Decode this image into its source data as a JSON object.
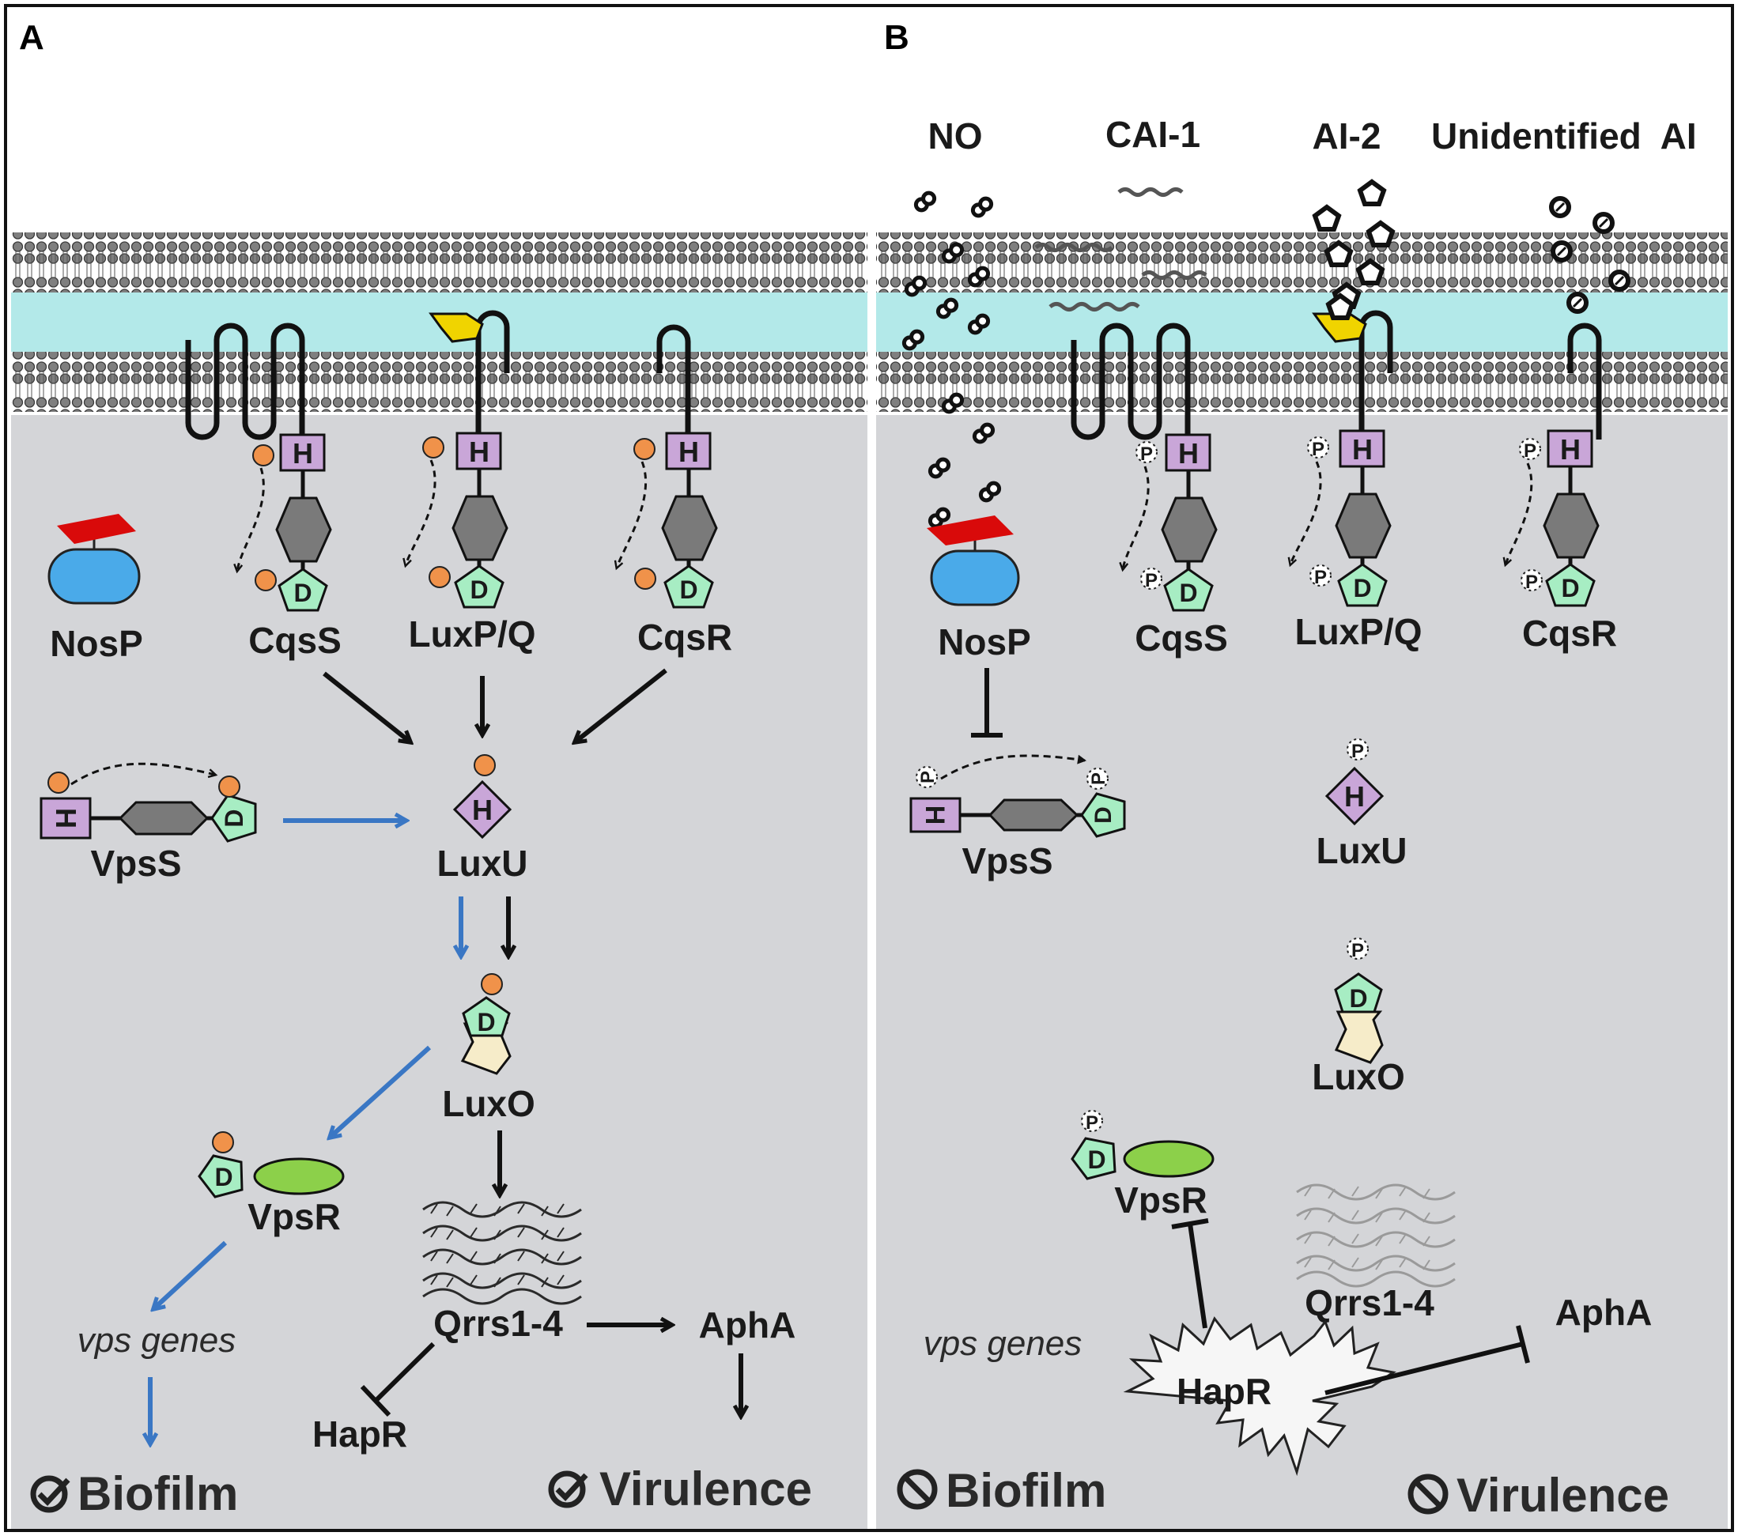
{
  "colors": {
    "cytoplasm": "#d4d5d8",
    "periplasm": "#b3e9e9",
    "membrane_head": "#7f7f7f",
    "histidine_kinase_box": "#c9a6d8",
    "receiver_pentagon": "#a7edc3",
    "phosphate": "#f0924a",
    "nosp_body": "#4aaae9",
    "nosp_heme": "#d90a0a",
    "luxp_binding": "#f0d400",
    "vpsr_ellipse": "#8cd04a",
    "luxo_body": "#f6ecc9",
    "blue_arrow": "#3a77c4",
    "black_arrow": "#111111"
  },
  "icons": {
    "check": "check-circle-icon",
    "prohibited": "prohibited-circle-icon",
    "phosphate": "phosphate-icon"
  },
  "panels": {
    "a": {
      "label": "A",
      "proteins": {
        "nosp": "NosP",
        "cqss": "CqsS",
        "luxpq": "LuxP/Q",
        "cqsr": "CqsR",
        "vpss": "VpsS",
        "luxu": "LuxU",
        "luxo": "LuxO",
        "vpsr": "VpsR",
        "qrrs": "Qrrs1-4",
        "apha": "AphA",
        "hapr": "HapR"
      },
      "genes": "vps genes",
      "outcomes": {
        "biofilm": "Biofilm",
        "virulence": "Virulence"
      }
    },
    "b": {
      "label": "B",
      "signals": {
        "no": "NO",
        "cai1": "CAI-1",
        "ai2": "AI-2",
        "unidentified": "Unidentified  AI"
      },
      "proteins": {
        "nosp": "NosP",
        "cqss": "CqsS",
        "luxpq": "LuxP/Q",
        "cqsr": "CqsR",
        "vpss": "VpsS",
        "luxu": "LuxU",
        "luxo": "LuxO",
        "vpsr": "VpsR",
        "qrrs": "Qrrs1-4",
        "apha": "AphA",
        "hapr": "HapR"
      },
      "genes": "vps genes",
      "outcomes": {
        "biofilm": "Biofilm",
        "virulence": "Virulence"
      }
    }
  },
  "domain_letters": {
    "histidine": "H",
    "aspartate": "D",
    "phosphate": "P"
  }
}
